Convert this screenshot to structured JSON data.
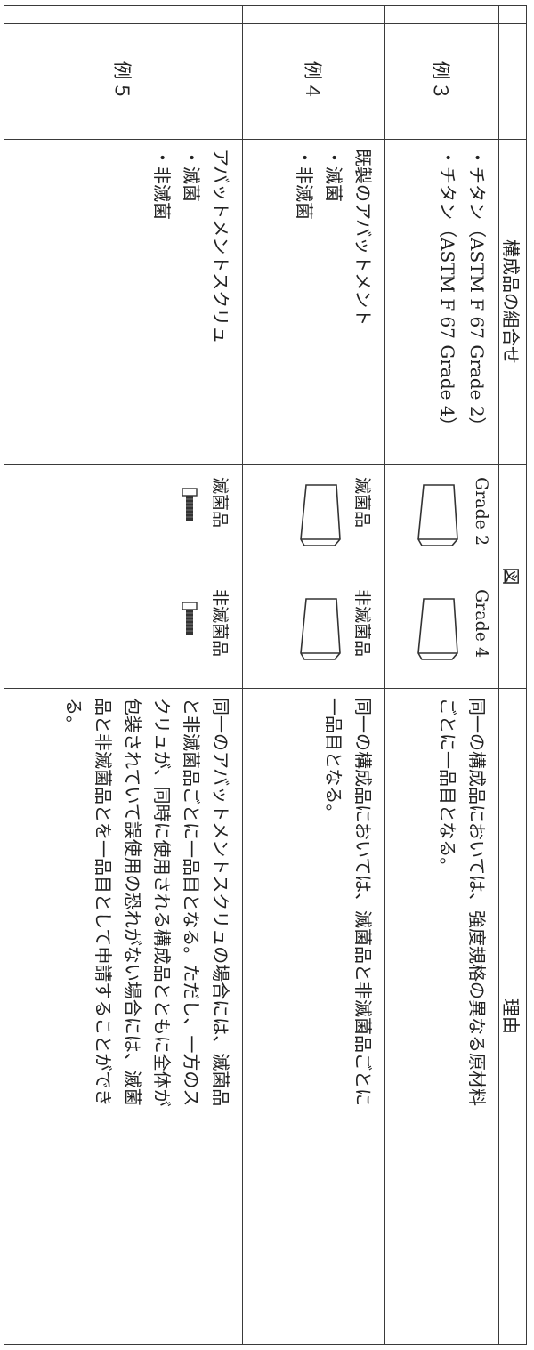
{
  "table": {
    "headers": {
      "combination": "構成品の組合せ",
      "figure": "図",
      "reason": "理由"
    },
    "rows": [
      {
        "label": "例３",
        "combination": [
          "・チタン（ASTM F 67 Grade 2）",
          "・チタン（ASTM F 67 Grade 4）"
        ],
        "figure": {
          "left_label": "Grade 2",
          "right_label": "Grade 4",
          "shape": "abutment-icon"
        },
        "reason": [
          "同一の構成品においては、強度規格の異なる原材料",
          "ごとに一品目となる。"
        ]
      },
      {
        "label": "例４",
        "combination": [
          "既製のアバットメント",
          "・滅菌",
          "・非滅菌"
        ],
        "figure": {
          "left_label": "滅菌品",
          "right_label": "非滅菌品",
          "shape": "abutment-icon"
        },
        "reason": [
          "同一の構成品においては、滅菌品と非滅菌品ごとに",
          "一品目となる。"
        ]
      },
      {
        "label": "例５",
        "combination": [
          "アバットメントスクリュ",
          "・滅菌",
          "・非滅菌"
        ],
        "figure": {
          "left_label": "滅菌品",
          "right_label": "非滅菌品",
          "shape": "screw-icon"
        },
        "reason": [
          "同一のアバットメントスクリュの場合には、滅菌品",
          "と非滅菌品ごとに一品目となる。ただし、一方のス",
          "クリュが、同時に使用される構成品とともに全体が",
          "包装されていて誤使用の恐れがない場合には、滅菌",
          "品と非滅菌品とを一品目として申請することができ",
          "る。"
        ]
      }
    ]
  }
}
